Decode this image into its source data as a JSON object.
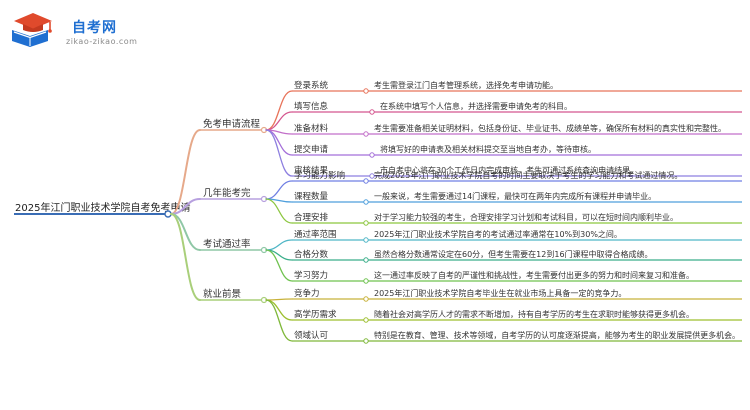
{
  "logo": {
    "brand": "自考网",
    "domain": "zikao-zikao.com",
    "colors": {
      "cap": "#e04a2c",
      "book": "#1f6fd1"
    }
  },
  "root": {
    "label": "2025年江门职业技术学院自考免考申请"
  },
  "branches": [
    {
      "label": "免考申请流程",
      "color": "#e6a98a",
      "items": [
        {
          "label": "登录系统",
          "desc": "考生需登录江门自考管理系统，选择免考申请功能。",
          "color": "#e8735a"
        },
        {
          "label": "填写信息",
          "desc": "在系统中填写个人信息，并选择需要申请免考的科目。",
          "color": "#d4568f"
        },
        {
          "label": "准备材料",
          "desc": "考生需要准备相关证明材料，包括身份证、毕业证书、成绩单等，确保所有材料的真实性和完整性。",
          "color": "#c26fc9"
        },
        {
          "label": "提交申请",
          "desc": "将填写好的申请表及相关材料提交至当地自考办，等待审核。",
          "color": "#a46fd9"
        },
        {
          "label": "审核结果",
          "desc": "市自考中心将在30个工作日内完成审核，考生可通过系统查询申请结果。",
          "color": "#8d7fe0"
        }
      ]
    },
    {
      "label": "几年能考完",
      "color": "#b7a0df",
      "items": [
        {
          "label": "学习能力影响",
          "desc": "完成2025年江门职业技术学院自考的时间主要取决于考生的学习能力和考试通过情况。",
          "color": "#6f7fe3"
        },
        {
          "label": "课程数量",
          "desc": "一般来说，考生需要通过14门课程，最快可在两年内完成所有课程并申请毕业。",
          "color": "#4f9fdc"
        },
        {
          "label": "合理安排",
          "desc": "对于学习能力较强的考生，合理安排学习计划和考试科目，可以在短时间内顺利毕业。",
          "color": "#8cc63f"
        }
      ]
    },
    {
      "label": "考试通过率",
      "color": "#8fc7a6",
      "items": [
        {
          "label": "通过率范围",
          "desc": "2025年江门职业技术学院自考的考试通过率通常在10%到30%之间。",
          "color": "#4fb6c6"
        },
        {
          "label": "合格分数",
          "desc": "虽然合格分数通常设定在60分，但考生需要在12到16门课程中取得合格成绩。",
          "color": "#3aae8a"
        },
        {
          "label": "学习努力",
          "desc": "这一通过率反映了自考的严谨性和挑战性，考生需要付出更多的努力和时间来复习和准备。",
          "color": "#6fc24f"
        }
      ]
    },
    {
      "label": "就业前景",
      "color": "#a9cf7a",
      "items": [
        {
          "label": "竞争力",
          "desc": "2025年江门职业技术学院自考毕业生在就业市场上具备一定的竞争力。",
          "color": "#c8b23a"
        },
        {
          "label": "高学历需求",
          "desc": "随着社会对高学历人才的需求不断增加，持有自考学历的考生在求职时能够获得更多机会。",
          "color": "#9dbf2f"
        },
        {
          "label": "领域认可",
          "desc": "特别是在教育、管理、技术等领域，自考学历的认可度逐渐提高，能够为考生的职业发展提供更多机会。",
          "color": "#7fb83a"
        }
      ]
    }
  ]
}
